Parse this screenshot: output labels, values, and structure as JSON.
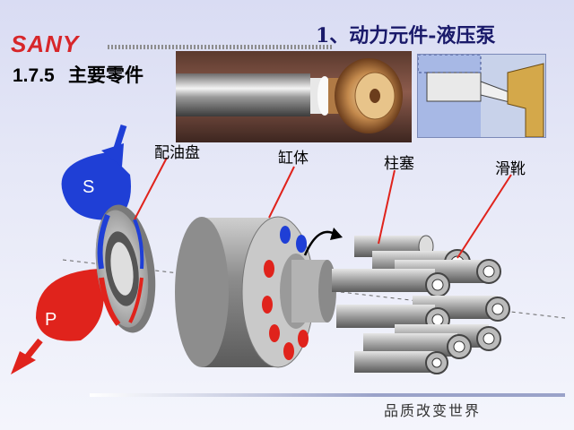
{
  "header": {
    "logo_text": "SANY",
    "title": "1、动力元件-液压泵",
    "section_number": "1.7.5",
    "section_title": "主要零件"
  },
  "diagram": {
    "labels": {
      "port_plate": "配油盘",
      "cylinder_block": "缸体",
      "piston": "柱塞",
      "slipper": "滑靴"
    },
    "ports": {
      "suction": "S",
      "pressure": "P"
    },
    "colors": {
      "suction_blue": "#1f3fd6",
      "pressure_red": "#e0231c",
      "metal_gray": "#9a9a9a"
    }
  },
  "footer": {
    "slogan": "品质改变世界"
  }
}
